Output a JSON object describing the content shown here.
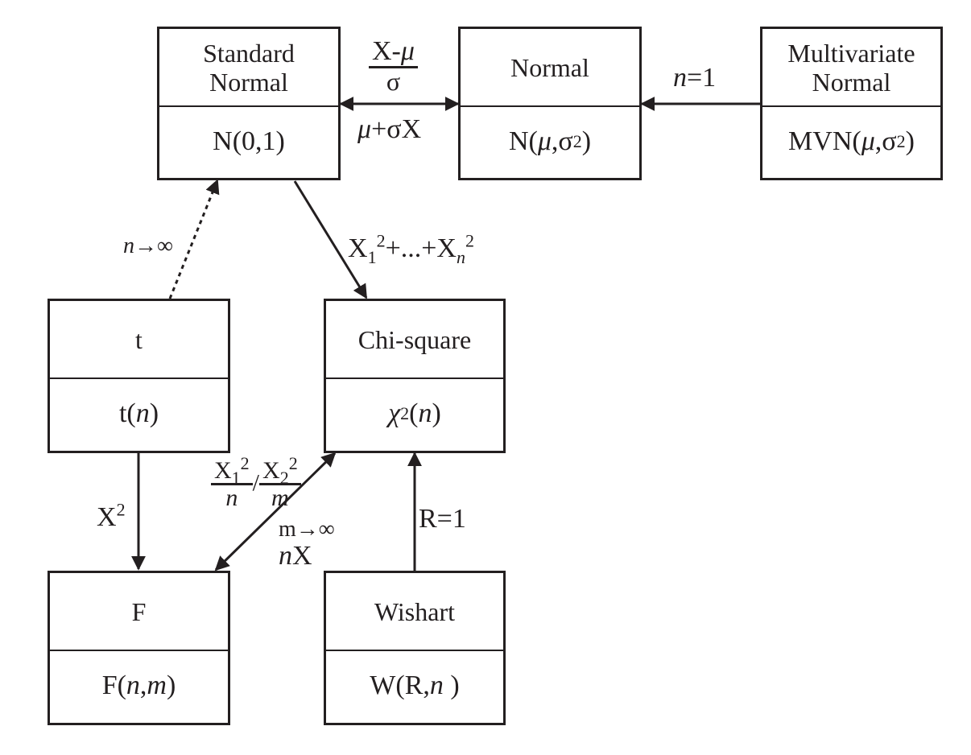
{
  "nodes": {
    "standard_normal": {
      "name": "Standard Normal",
      "notation": "N(0,1)"
    },
    "normal": {
      "name": "Normal",
      "notation": "N(μ,σ²)"
    },
    "multivariate_normal": {
      "name": "Multivariate Normal",
      "notation": "MVN(μ,σ²)"
    },
    "t": {
      "name": "t",
      "notation": "t(n)"
    },
    "chi_square": {
      "name": "Chi-square",
      "notation": "χ²(n)"
    },
    "f": {
      "name": "F",
      "notation": "F(n,m)"
    },
    "wishart": {
      "name": "Wishart",
      "notation": "W(R, n )"
    }
  },
  "edges": {
    "standardize": {
      "numerator": "X-μ",
      "denominator": "σ"
    },
    "destandardize": "μ+σX",
    "mvn_to_normal": "n=1",
    "t_to_normal": "n→∞",
    "normal_to_chisq": "X₁²+...+Xₙ²",
    "t_to_f": "X²",
    "chisq_to_f": "(X₁²/n)/(X₂²/m)",
    "f_to_chisq_limit": "m→∞",
    "f_to_chisq_scale": "nX",
    "wishart_to_chisq": "R=1"
  }
}
